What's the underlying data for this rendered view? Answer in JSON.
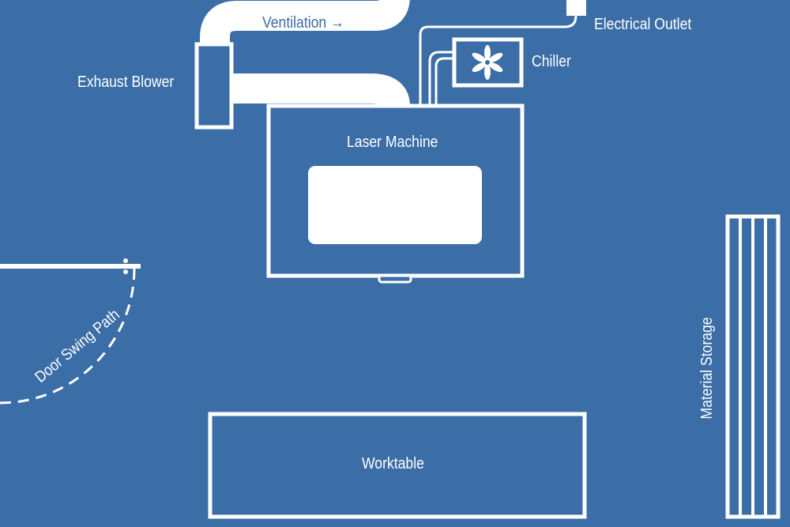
{
  "labels": {
    "ventilation": "Ventilation",
    "ventilation_arrow": "→",
    "electrical_outlet": "Electrical Outlet",
    "exhaust_blower": "Exhaust Blower",
    "chiller": "Chiller",
    "laser_machine": "Laser Machine",
    "door_swing_path": "Door Swing Path",
    "material_storage": "Material Storage",
    "worktable": "Worktable"
  },
  "icons": {
    "chiller": "fan-icon"
  },
  "colors": {
    "background": "#3b6da6",
    "foreground": "#ffffff"
  }
}
